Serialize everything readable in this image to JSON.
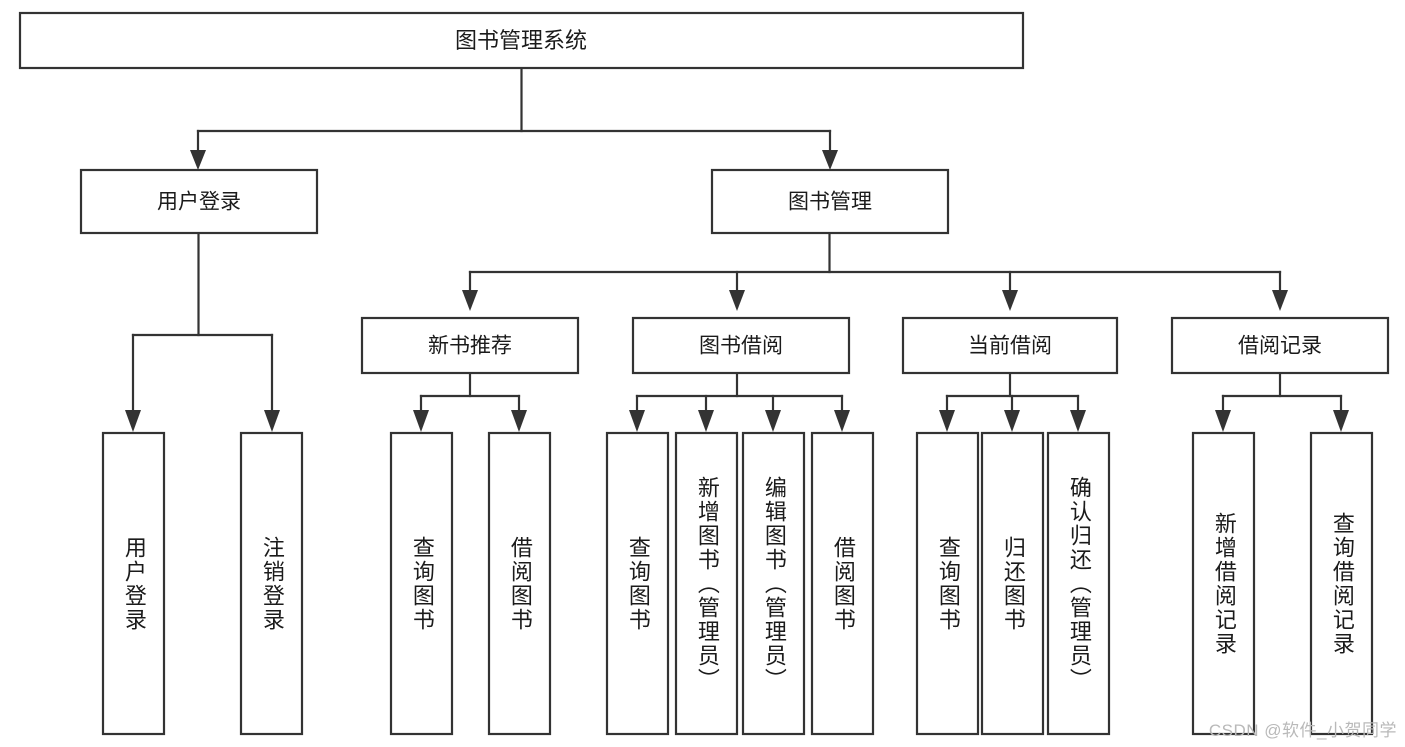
{
  "diagram": {
    "title": "图书管理系统",
    "type": "tree-hierarchy-chart",
    "root": {
      "label": "图书管理系统"
    },
    "level2": [
      {
        "label": "用户登录"
      },
      {
        "label": "图书管理"
      }
    ],
    "level3": [
      {
        "label": "新书推荐"
      },
      {
        "label": "图书借阅"
      },
      {
        "label": "当前借阅"
      },
      {
        "label": "借阅记录"
      }
    ],
    "leaves": {
      "user_login": [
        {
          "label": "用户登录"
        },
        {
          "label": "注销登录"
        }
      ],
      "new_book_recommend": [
        {
          "label": "查询图书"
        },
        {
          "label": "借阅图书"
        }
      ],
      "book_borrow": [
        {
          "label": "查询图书"
        },
        {
          "label": "新增图书（管理员）"
        },
        {
          "label": "编辑图书（管理员）"
        },
        {
          "label": "借阅图书"
        }
      ],
      "current_borrow": [
        {
          "label": "查询图书"
        },
        {
          "label": "归还图书"
        },
        {
          "label": "确认归还（管理员）"
        }
      ],
      "borrow_record": [
        {
          "label": "新增借阅记录"
        },
        {
          "label": "查询借阅记录"
        }
      ]
    }
  },
  "watermark": {
    "text": "CSDN @软件_小贺同学"
  },
  "colors": {
    "stroke": "#333333",
    "box_fill": "#ffffff",
    "text": "#1b1b1b",
    "watermark": "#b9b9b9",
    "background": "#ffffff"
  }
}
